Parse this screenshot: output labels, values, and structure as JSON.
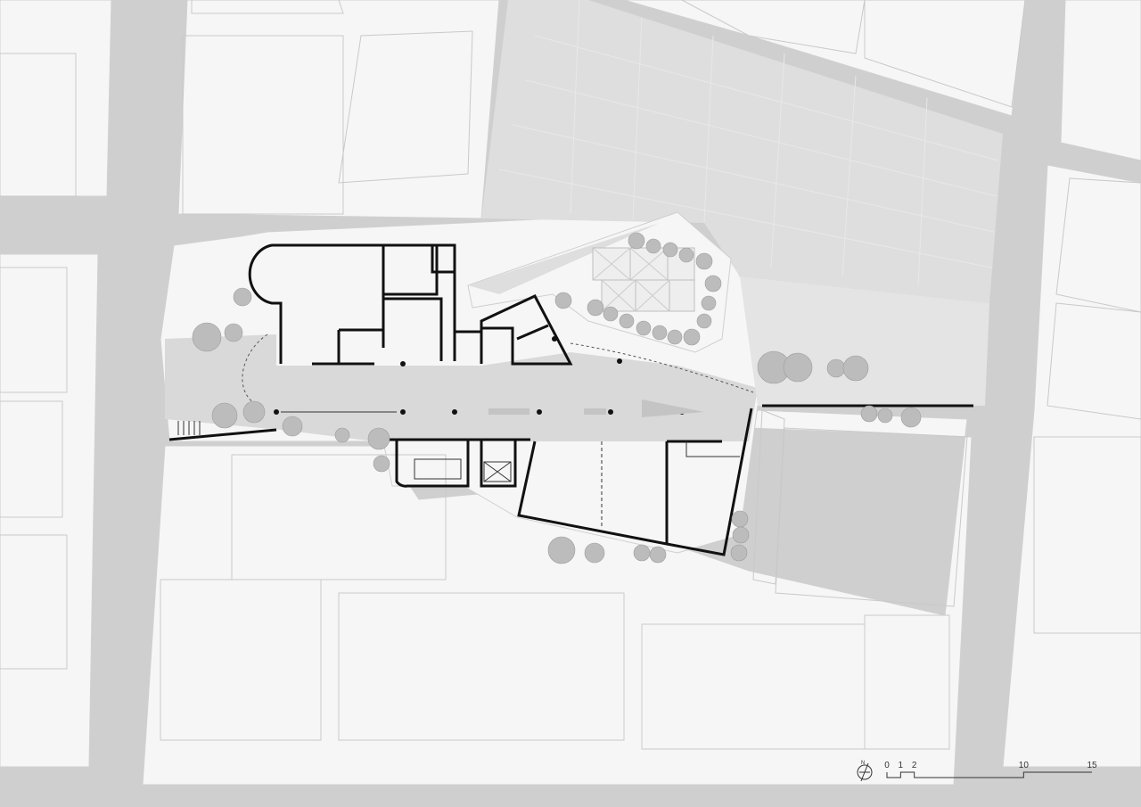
{
  "colors": {
    "street": "#cfcfcf",
    "plaza": "#d9d9d9",
    "courtyard": "#dedede",
    "block": "#f6f6f6",
    "outline": "#d0d0d0",
    "wall": "#111111",
    "tree": "#b9b9b9"
  },
  "north_arrow": {
    "label": "N",
    "icon": "north-arrow-icon"
  },
  "scale_bar": {
    "ticks": [
      {
        "label": "0",
        "value": 0
      },
      {
        "label": "1",
        "value": 1
      },
      {
        "label": "2",
        "value": 2
      },
      {
        "label": "10",
        "value": 10
      },
      {
        "label": "15",
        "value": 15
      }
    ]
  }
}
